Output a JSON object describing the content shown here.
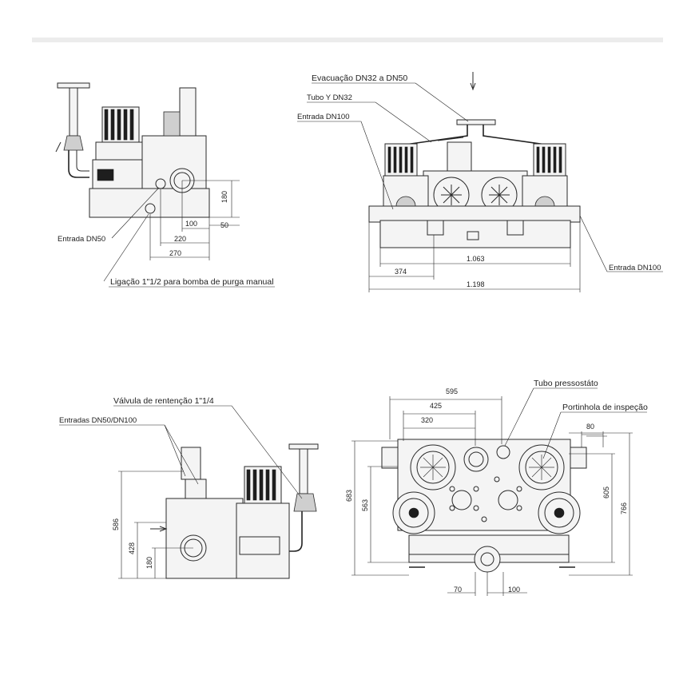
{
  "labels": {
    "entrada_dn50": "Entrada DN50",
    "ligacao": "Ligação 1\"1/2 para bomba de purga manual",
    "evacuacao": "Evacuação DN32 a DN50",
    "tubo_y": "Tubo Y DN32",
    "entrada_dn100_left": "Entrada DN100",
    "entrada_dn100_right": "Entrada DN100",
    "valvula": "Válvula de rentenção 1\"1/4",
    "entradas": "Entradas DN50/DN100",
    "tubo_pressostato": "Tubo pressostáto",
    "portinhola": "Portinhola de inspeção"
  },
  "dimensions": {
    "tl_180": "180",
    "tl_100": "100",
    "tl_50": "50",
    "tl_220": "220",
    "tl_270": "270",
    "tr_1063": "1.063",
    "tr_374": "374",
    "tr_1198": "1.198",
    "bl_586": "586",
    "bl_428": "428",
    "bl_180": "180",
    "br_595": "595",
    "br_425": "425",
    "br_320": "320",
    "br_80": "80",
    "br_683": "683",
    "br_563": "563",
    "br_605": "605",
    "br_766": "766",
    "br_70": "70",
    "br_100": "100"
  }
}
